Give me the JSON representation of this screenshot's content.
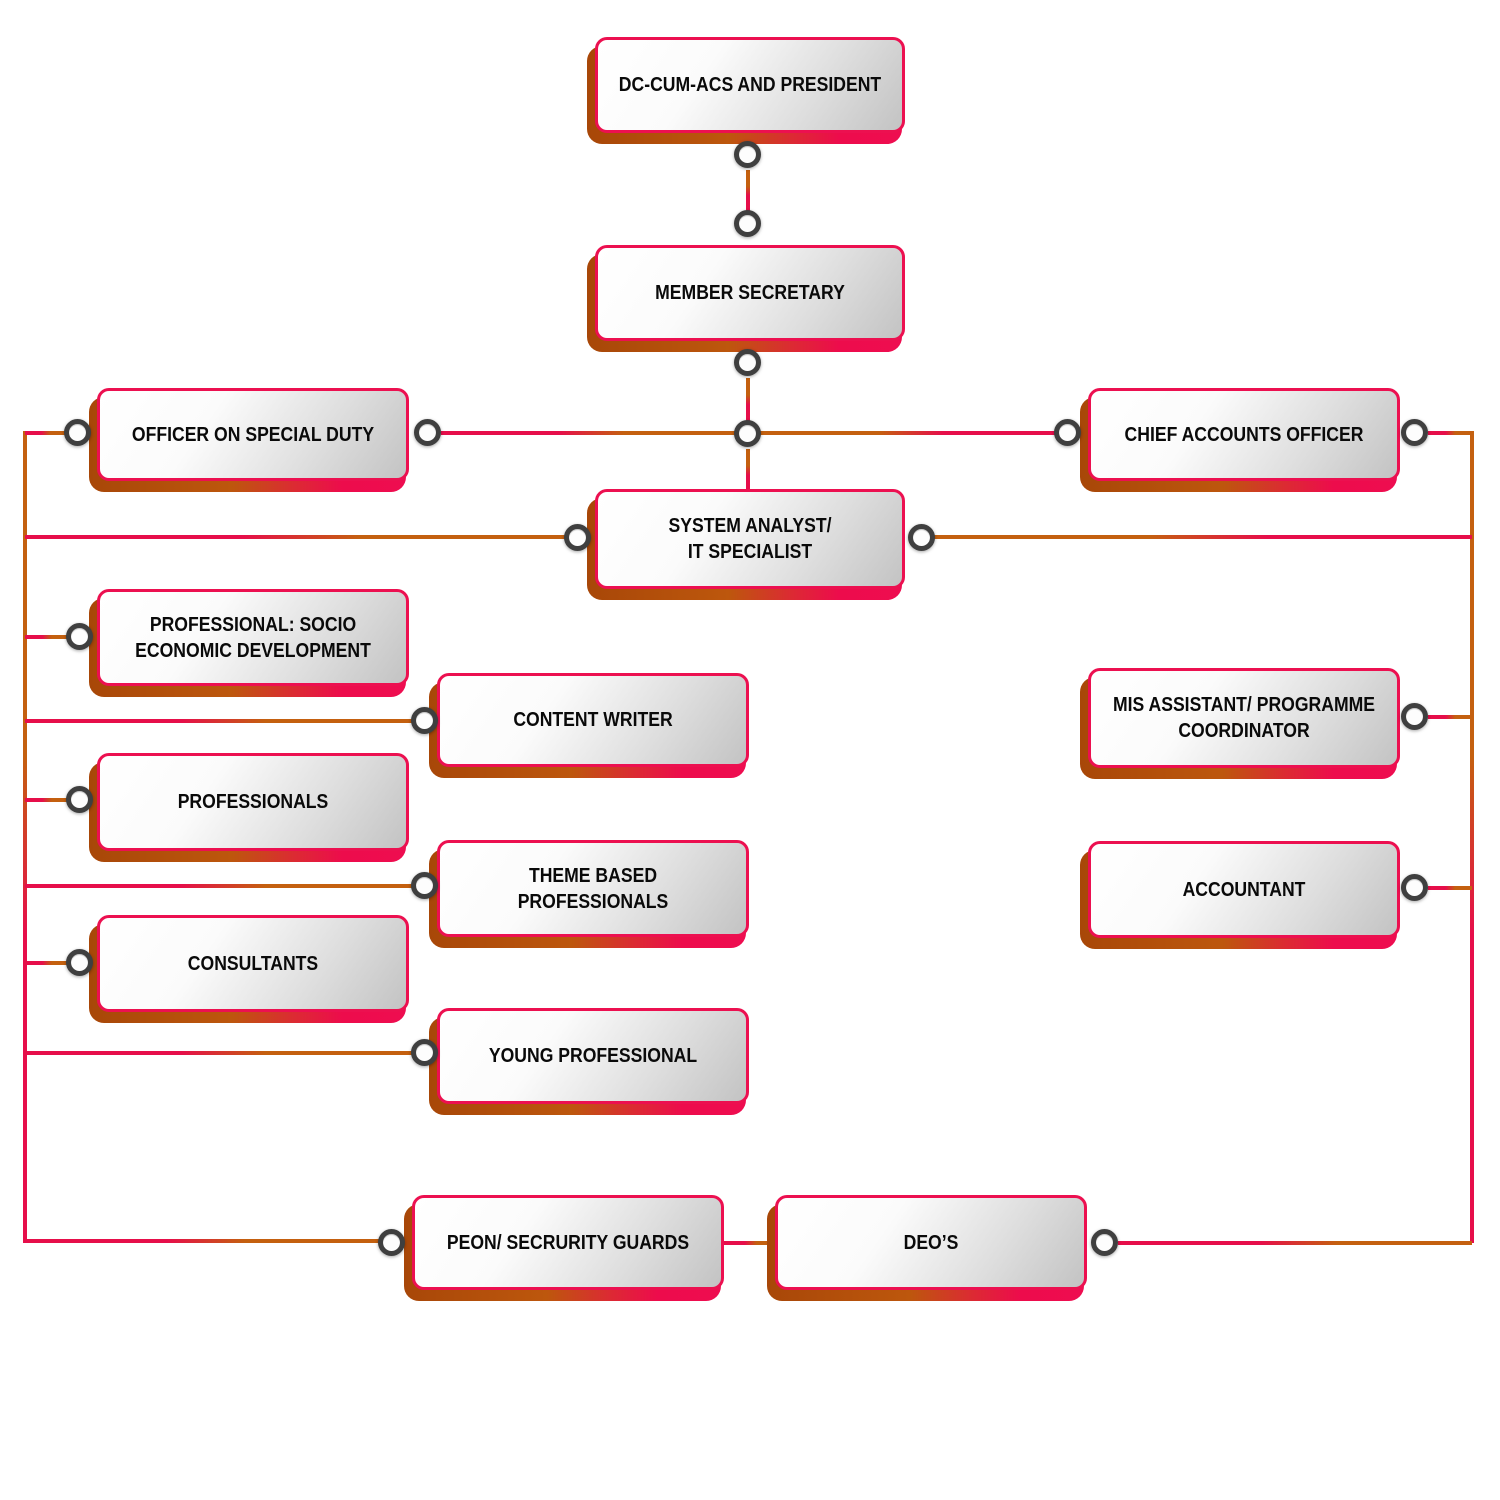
{
  "diagram": {
    "type": "org-chart",
    "nodes": [
      {
        "id": "dc-cum-acs-and-president",
        "label": "DC-CUM-ACS AND PRESIDENT"
      },
      {
        "id": "member-secretary",
        "label": "MEMBER SECRETARY"
      },
      {
        "id": "officer-on-special-duty",
        "label": "OFFICER ON SPECIAL DUTY"
      },
      {
        "id": "chief-accounts-officer",
        "label": "CHIEF ACCOUNTS OFFICER"
      },
      {
        "id": "system-analyst-it-specialist",
        "label": "SYSTEM ANALYST/\nIT SPECIALIST"
      },
      {
        "id": "professional-socio-economic-development",
        "label": "PROFESSIONAL: SOCIO\nECONOMIC DEVELOPMENT"
      },
      {
        "id": "content-writer",
        "label": "CONTENT WRITER"
      },
      {
        "id": "professionals",
        "label": "PROFESSIONALS"
      },
      {
        "id": "mis-assistant-programme-coordinator",
        "label": "MIS ASSISTANT/ PROGRAMME\nCOORDINATOR"
      },
      {
        "id": "theme-based-professionals",
        "label": "THEME BASED\nPROFESSIONALS"
      },
      {
        "id": "accountant",
        "label": "ACCOUNTANT"
      },
      {
        "id": "consultants",
        "label": "CONSULTANTS"
      },
      {
        "id": "young-professional",
        "label": "YOUNG PROFESSIONAL"
      },
      {
        "id": "peon-secrurity-guards",
        "label": "PEON/ SECRURITY GUARDS"
      },
      {
        "id": "deos",
        "label": "DEO’S"
      }
    ],
    "edges": [
      [
        "dc-cum-acs-and-president",
        "member-secretary"
      ],
      [
        "member-secretary",
        "officer-on-special-duty"
      ],
      [
        "member-secretary",
        "chief-accounts-officer"
      ],
      [
        "member-secretary",
        "system-analyst-it-specialist"
      ],
      [
        "officer-on-special-duty",
        "system-analyst-it-specialist"
      ],
      [
        "officer-on-special-duty",
        "professional-socio-economic-development"
      ],
      [
        "officer-on-special-duty",
        "content-writer"
      ],
      [
        "officer-on-special-duty",
        "professionals"
      ],
      [
        "officer-on-special-duty",
        "theme-based-professionals"
      ],
      [
        "officer-on-special-duty",
        "consultants"
      ],
      [
        "officer-on-special-duty",
        "young-professional"
      ],
      [
        "officer-on-special-duty",
        "peon-secrurity-guards"
      ],
      [
        "chief-accounts-officer",
        "system-analyst-it-specialist"
      ],
      [
        "chief-accounts-officer",
        "mis-assistant-programme-coordinator"
      ],
      [
        "chief-accounts-officer",
        "accountant"
      ],
      [
        "chief-accounts-officer",
        "deos"
      ],
      [
        "peon-secrurity-guards",
        "deos"
      ]
    ],
    "colors": {
      "box_border": "#EC1050",
      "box_fill_light": "#FFFFFF",
      "box_fill_dark": "#C3C3C3",
      "shadow_orange": "#A84708",
      "shadow_pink": "#ED0C4C",
      "line_orange": "#C4600F",
      "line_pink": "#E60E4A",
      "ring": "#3F3F3F",
      "text": "#0A0A0A"
    }
  }
}
